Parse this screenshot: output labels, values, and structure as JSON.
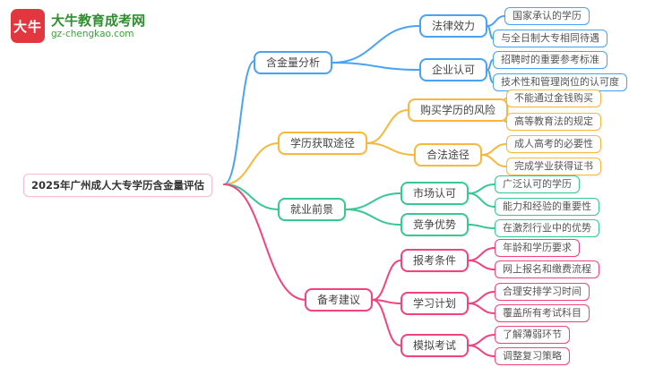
{
  "logo": {
    "icon_text": "大牛",
    "brand": "大牛教育成考网",
    "domain": "gz-chengkao.com"
  },
  "colors": {
    "blue": "#4aa3f2",
    "yellow": "#f6b93b",
    "green": "#37c893",
    "pink": "#f1437d",
    "logo_red": "#e2373f",
    "logo_green": "#2f8f2f"
  },
  "root": {
    "label": "2025年广州成人大专学历含金量评估"
  },
  "branches": [
    {
      "label": "含金量分析",
      "children": [
        {
          "label": "法律效力",
          "leaves": [
            "国家承认的学历",
            "与全日制大专相同待遇"
          ]
        },
        {
          "label": "企业认可",
          "leaves": [
            "招聘时的重要参考标准",
            "技术性和管理岗位的认可度"
          ]
        }
      ]
    },
    {
      "label": "学历获取途径",
      "children": [
        {
          "label": "购买学历的风险",
          "leaves": [
            "不能通过金钱购买",
            "高等教育法的规定"
          ]
        },
        {
          "label": "合法途径",
          "leaves": [
            "成人高考的必要性",
            "完成学业获得证书"
          ]
        }
      ]
    },
    {
      "label": "就业前景",
      "children": [
        {
          "label": "市场认可",
          "leaves": [
            "广泛认可的学历",
            "能力和经验的重要性"
          ]
        },
        {
          "label": "竞争优势",
          "leaves": [
            "在激烈行业中的优势"
          ]
        }
      ]
    },
    {
      "label": "备考建议",
      "children": [
        {
          "label": "报考条件",
          "leaves": [
            "年龄和学历要求",
            "网上报名和缴费流程"
          ]
        },
        {
          "label": "学习计划",
          "leaves": [
            "合理安排学习时间",
            "覆盖所有考试科目"
          ]
        },
        {
          "label": "模拟考试",
          "leaves": [
            "了解薄弱环节",
            "调整复习策略"
          ]
        }
      ]
    }
  ]
}
